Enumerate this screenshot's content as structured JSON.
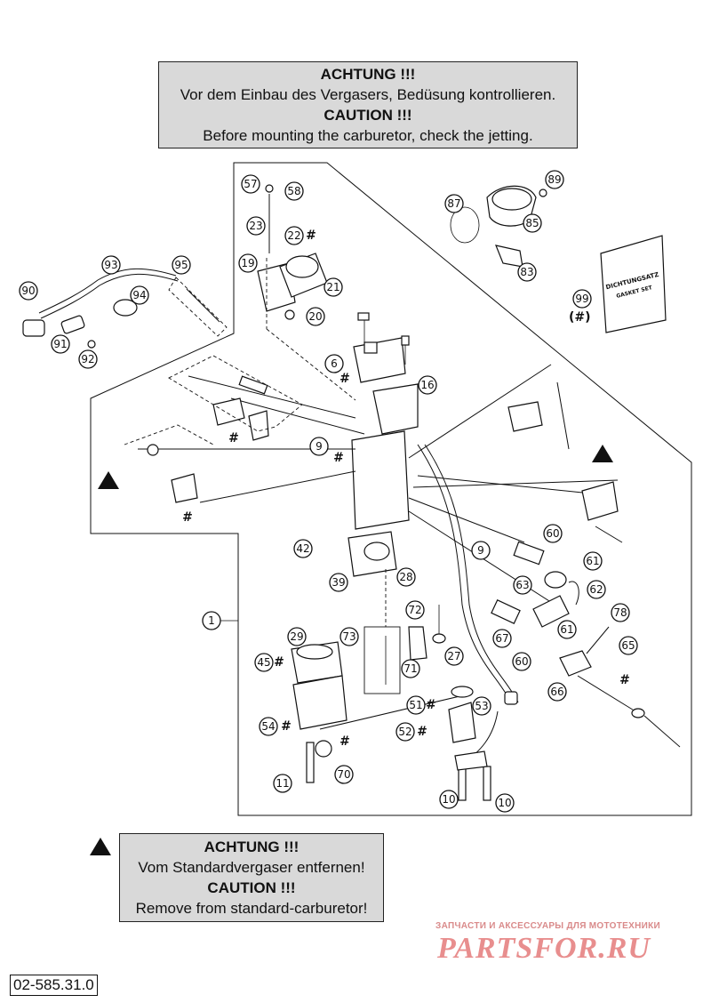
{
  "notice_top": {
    "line1": "ACHTUNG !!!",
    "line2": "Vor dem Einbau des Vergasers, Bedüsung kontrollieren.",
    "line3": "CAUTION !!!",
    "line4": "Before mounting the carburetor, check the jetting."
  },
  "notice_bottom": {
    "line1": "ACHTUNG !!!",
    "line2": "Vom Standardvergaser entfernen!",
    "line3": "CAUTION !!!",
    "line4": "Remove from standard-carburetor!"
  },
  "doc_number": "02-585.31.0",
  "gasket_set": {
    "line1": "DICHTUNGSATZ",
    "line2": "GASKET SET",
    "marker": "(#)"
  },
  "hash_symbol": "#",
  "watermark": {
    "subtitle": "ЗАПЧАСТИ И АКСЕССУАРЫ ДЛЯ МОТОТЕХНИКИ",
    "brand": "PARTSFOR.RU"
  },
  "callouts": [
    {
      "id": "c57",
      "label": "57"
    },
    {
      "id": "c58",
      "label": "58"
    },
    {
      "id": "c23",
      "label": "23"
    },
    {
      "id": "c22",
      "label": "22"
    },
    {
      "id": "c19",
      "label": "19"
    },
    {
      "id": "c21",
      "label": "21"
    },
    {
      "id": "c20",
      "label": "20"
    },
    {
      "id": "c87",
      "label": "87"
    },
    {
      "id": "c89",
      "label": "89"
    },
    {
      "id": "c85",
      "label": "85"
    },
    {
      "id": "c83",
      "label": "83"
    },
    {
      "id": "c99",
      "label": "99"
    },
    {
      "id": "c93",
      "label": "93"
    },
    {
      "id": "c95",
      "label": "95"
    },
    {
      "id": "c90",
      "label": "90"
    },
    {
      "id": "c94",
      "label": "94"
    },
    {
      "id": "c91",
      "label": "91"
    },
    {
      "id": "c92",
      "label": "92"
    },
    {
      "id": "c6",
      "label": "6"
    },
    {
      "id": "c16",
      "label": "16"
    },
    {
      "id": "c9a",
      "label": "9"
    },
    {
      "id": "c9b",
      "label": "9"
    },
    {
      "id": "c42",
      "label": "42"
    },
    {
      "id": "c39",
      "label": "39"
    },
    {
      "id": "c28",
      "label": "28"
    },
    {
      "id": "c60a",
      "label": "60"
    },
    {
      "id": "c61a",
      "label": "61"
    },
    {
      "id": "c63",
      "label": "63"
    },
    {
      "id": "c62",
      "label": "62"
    },
    {
      "id": "c72",
      "label": "72"
    },
    {
      "id": "c67",
      "label": "67"
    },
    {
      "id": "c61b",
      "label": "61"
    },
    {
      "id": "c78",
      "label": "78"
    },
    {
      "id": "c1",
      "label": "1"
    },
    {
      "id": "c29",
      "label": "29"
    },
    {
      "id": "c73",
      "label": "73"
    },
    {
      "id": "c45",
      "label": "45"
    },
    {
      "id": "c71",
      "label": "71"
    },
    {
      "id": "c27",
      "label": "27"
    },
    {
      "id": "c60b",
      "label": "60"
    },
    {
      "id": "c65",
      "label": "65"
    },
    {
      "id": "c66",
      "label": "66"
    },
    {
      "id": "c51",
      "label": "51"
    },
    {
      "id": "c53",
      "label": "53"
    },
    {
      "id": "c54",
      "label": "54"
    },
    {
      "id": "c52",
      "label": "52"
    },
    {
      "id": "c70",
      "label": "70"
    },
    {
      "id": "c11",
      "label": "11"
    },
    {
      "id": "c10a",
      "label": "10"
    },
    {
      "id": "c10b",
      "label": "10"
    }
  ]
}
